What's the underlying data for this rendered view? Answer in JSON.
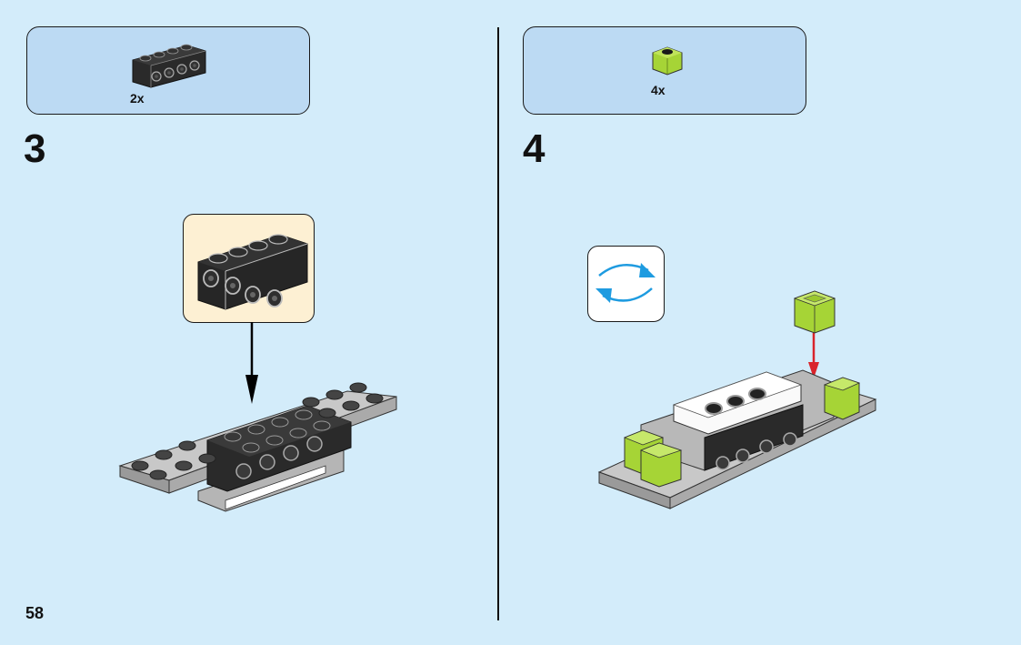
{
  "page": {
    "number": "58",
    "background_color": "#d3ecfa"
  },
  "steps": [
    {
      "number": "3",
      "parts_needed": [
        {
          "part": "black-1x4-brick-with-side-studs",
          "quantity": "2x",
          "color": "#1e1e1e"
        }
      ],
      "callout": {
        "part": "black-1x4-brick-with-side-studs",
        "background_color": "#fdf0d3"
      },
      "assembly_arrow": {
        "color": "#000000",
        "direction": "down"
      },
      "model": "grey-plate-base-with-black-brick"
    },
    {
      "number": "4",
      "parts_needed": [
        {
          "part": "lime-1x1-brick",
          "quantity": "4x",
          "color": "#a6d436"
        }
      ],
      "rotate_indicator": {
        "icon": "rotate-arrows-icon",
        "color": "#1e9be0"
      },
      "assembly_arrow": {
        "color": "#d9242b",
        "direction": "down"
      },
      "model": "base-with-lime-bricks"
    }
  ],
  "colors": {
    "parts_box": "#bcdaf3",
    "lime": "#a6d436",
    "grey": "#bdbdbd",
    "black_brick": "#2a2a2a",
    "red_arrow": "#d9242b",
    "blue_arrow": "#1e9be0"
  }
}
